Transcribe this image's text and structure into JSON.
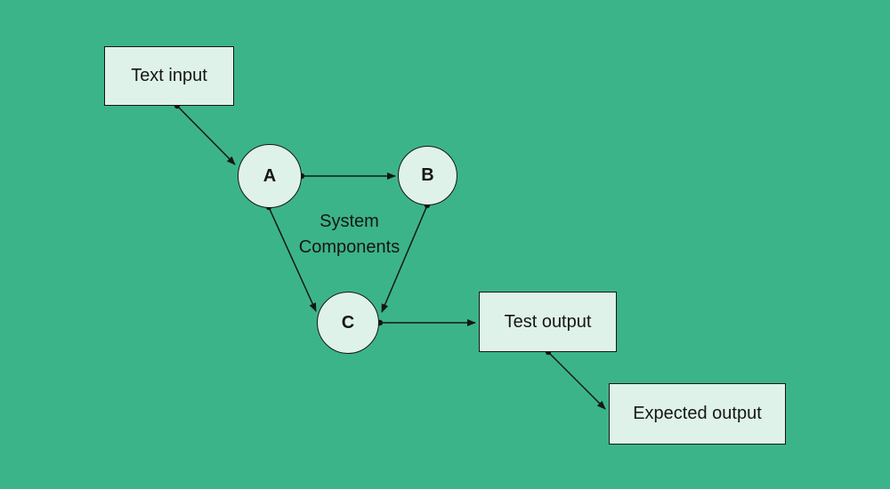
{
  "diagram": {
    "colors": {
      "background_color": "#3cb489",
      "node_fill": "#dff2e9",
      "line_color": "#161616",
      "text_color": "#161616"
    },
    "nodes": {
      "text_input": {
        "label": "Text input",
        "shape": "rectangle"
      },
      "a": {
        "label": "A",
        "shape": "circle"
      },
      "b": {
        "label": "B",
        "shape": "circle"
      },
      "c": {
        "label": "C",
        "shape": "circle"
      },
      "test_output": {
        "label": "Test output",
        "shape": "rectangle"
      },
      "expected_output": {
        "label": "Expected output",
        "shape": "rectangle"
      }
    },
    "annotation": "System\nComponents",
    "edges": [
      {
        "from": "text_input",
        "to": "a"
      },
      {
        "from": "a",
        "to": "b"
      },
      {
        "from": "a",
        "to": "c"
      },
      {
        "from": "b",
        "to": "c"
      },
      {
        "from": "c",
        "to": "test_output"
      },
      {
        "from": "test_output",
        "to": "expected_output"
      }
    ]
  }
}
